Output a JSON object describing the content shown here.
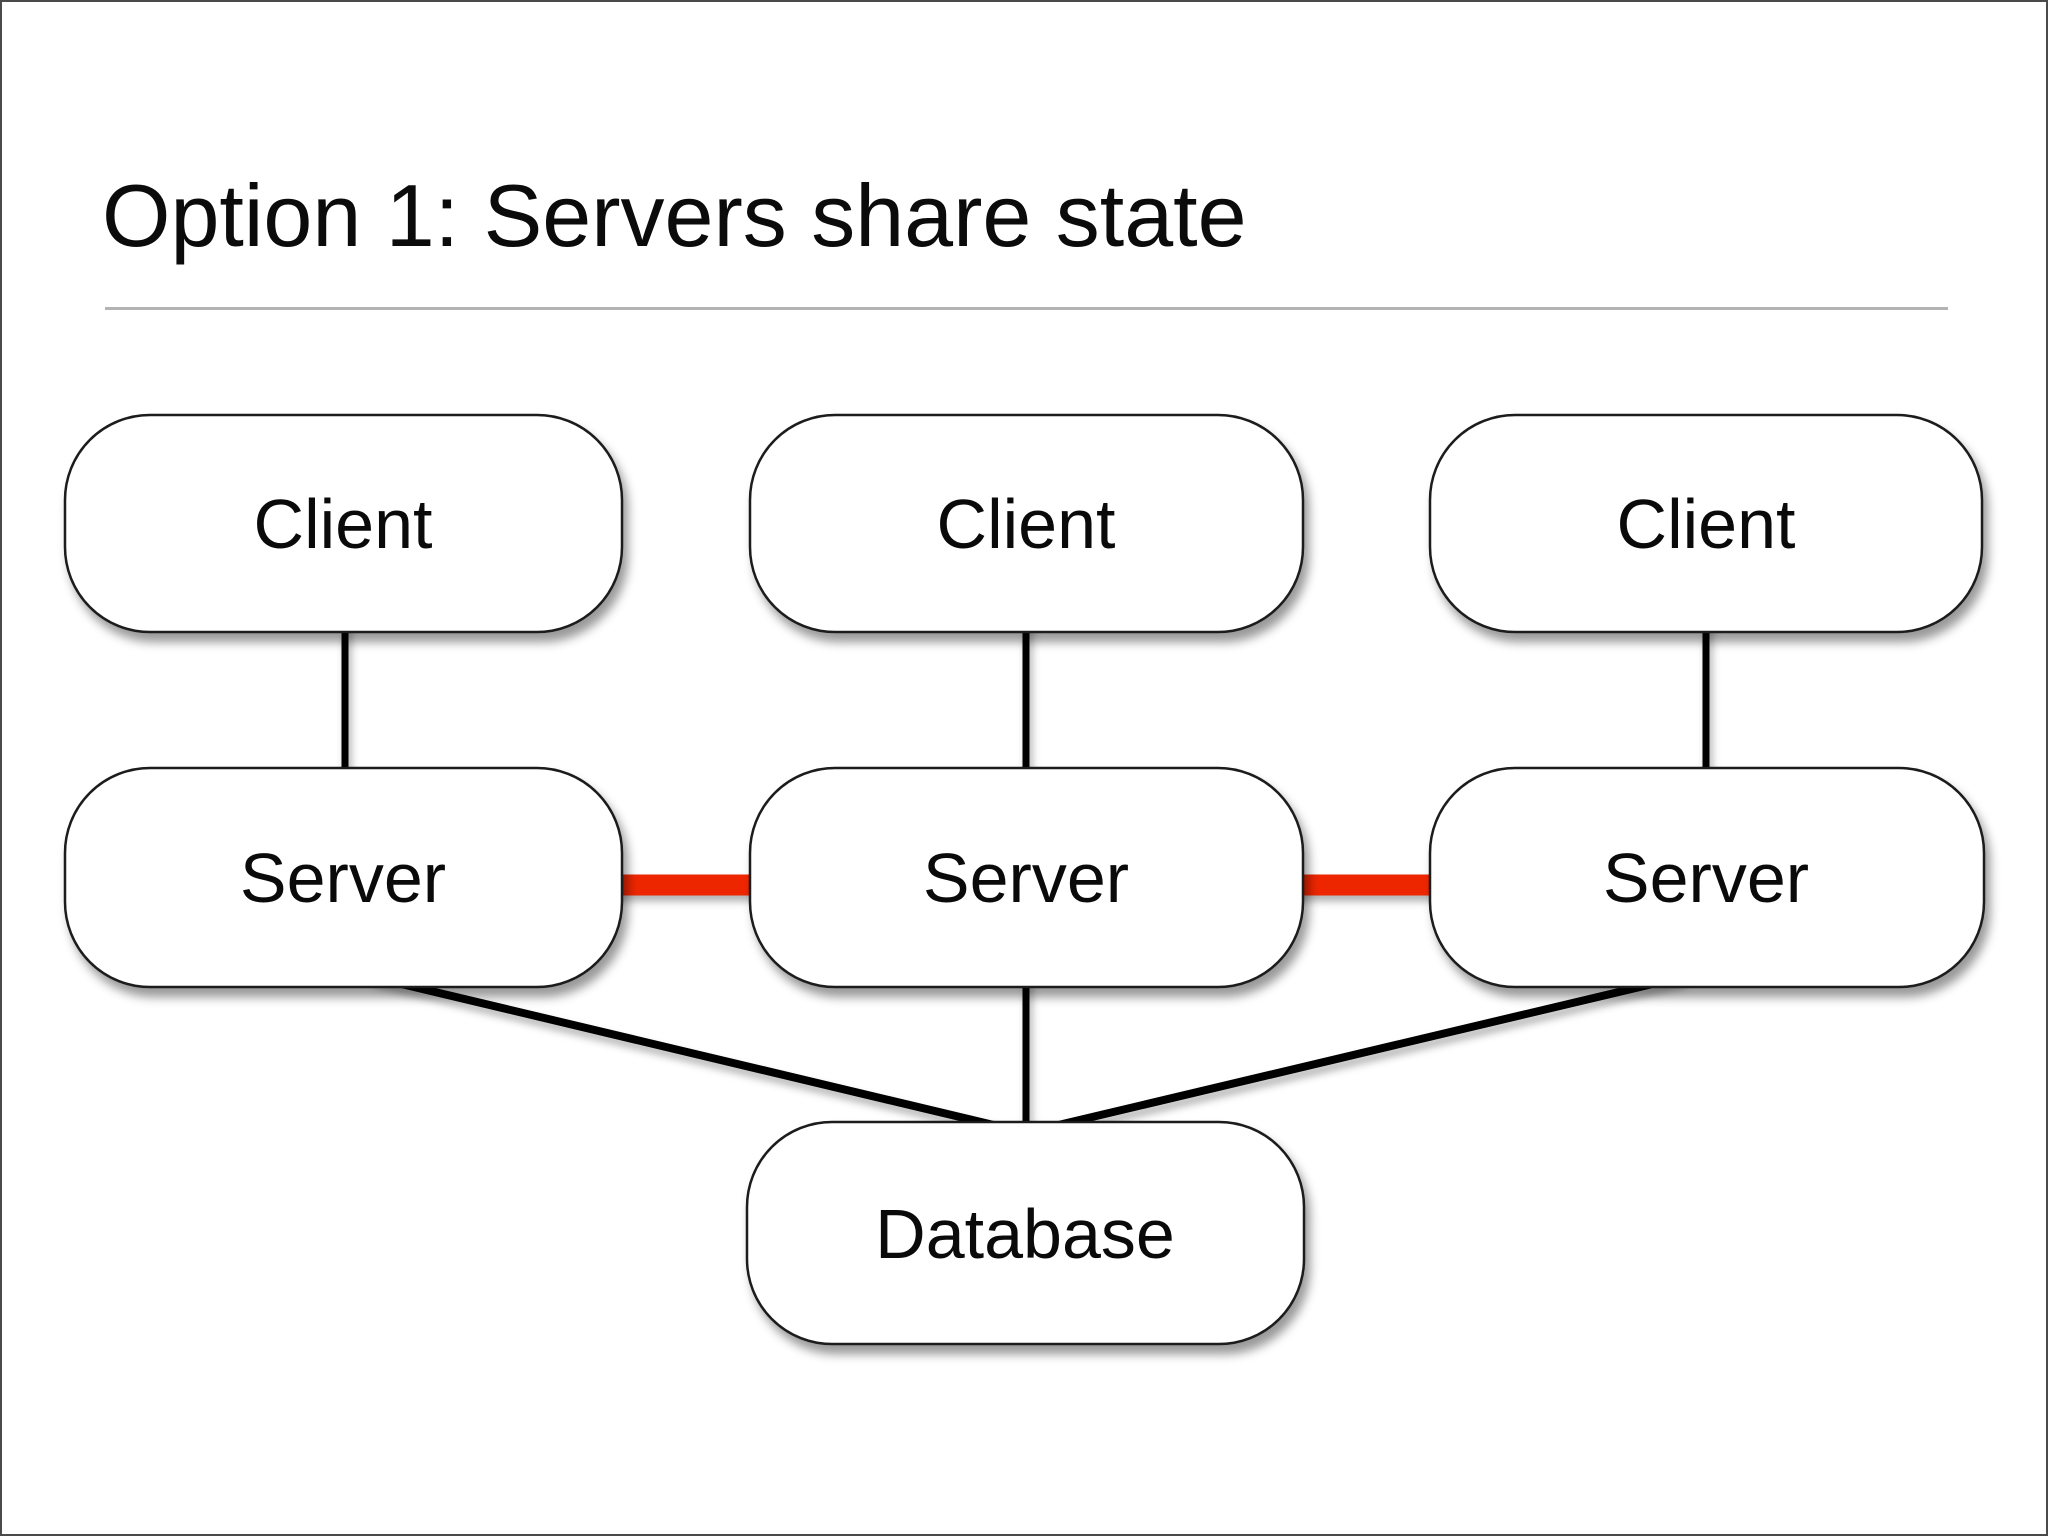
{
  "slide": {
    "title": "Option 1: Servers share state"
  },
  "nodes": {
    "clients": [
      {
        "id": "client-1",
        "label": "Client"
      },
      {
        "id": "client-2",
        "label": "Client"
      },
      {
        "id": "client-3",
        "label": "Client"
      }
    ],
    "servers": [
      {
        "id": "server-1",
        "label": "Server"
      },
      {
        "id": "server-2",
        "label": "Server"
      },
      {
        "id": "server-3",
        "label": "Server"
      }
    ],
    "database": {
      "id": "database",
      "label": "Database"
    }
  },
  "edges": [
    {
      "from": "client-1",
      "to": "server-1",
      "style": "black"
    },
    {
      "from": "client-2",
      "to": "server-2",
      "style": "black"
    },
    {
      "from": "client-3",
      "to": "server-3",
      "style": "black"
    },
    {
      "from": "server-1",
      "to": "server-2",
      "style": "shared-state-red"
    },
    {
      "from": "server-2",
      "to": "server-3",
      "style": "shared-state-red"
    },
    {
      "from": "server-1",
      "to": "database",
      "style": "black"
    },
    {
      "from": "server-2",
      "to": "database",
      "style": "black"
    },
    {
      "from": "server-3",
      "to": "database",
      "style": "black"
    }
  ],
  "colors": {
    "shared_state_link": "#ee2505",
    "connector": "#050505",
    "node_fill": "#ffffff",
    "node_border": "#1a1a1a",
    "divider": "#b3b3b3",
    "title_text": "#0b0b0b"
  }
}
